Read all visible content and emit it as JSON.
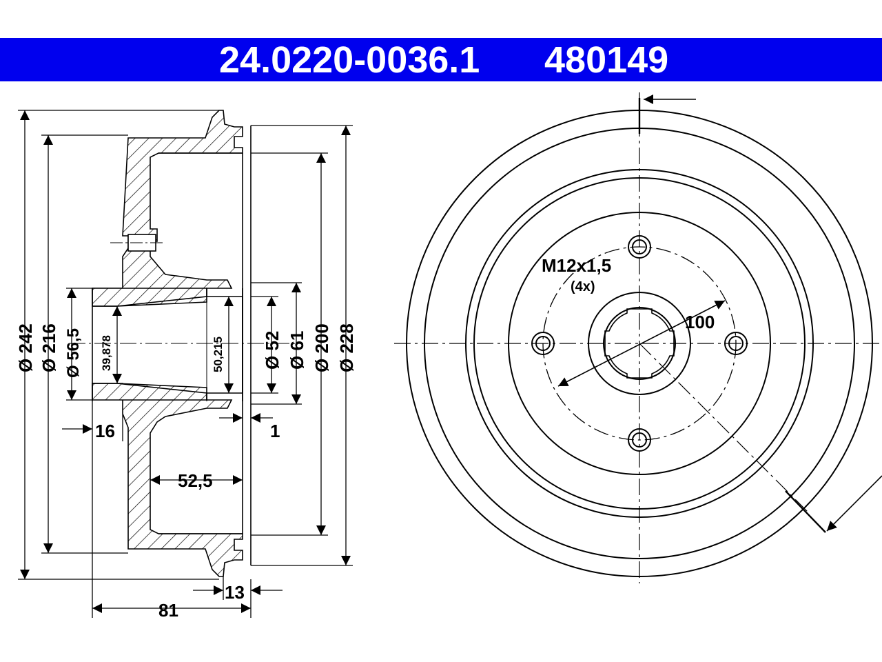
{
  "header": {
    "part_number": "24.0220-0036.1",
    "ref_number": "480149",
    "background_color": "#0000ee",
    "text_color": "#ffffff"
  },
  "section_view": {
    "dim_outer_diameter": "Ø 242",
    "dim_216": "Ø 216",
    "dim_hub_56_5": "Ø 56,5",
    "dim_bore_39_878": "39,878",
    "dim_bore_50_215": "50,215",
    "dim_52": "Ø 52",
    "dim_61": "Ø 61",
    "dim_200": "Ø 200",
    "dim_228": "Ø 228",
    "dim_16": "16",
    "dim_1": "1",
    "dim_52_5": "52,5",
    "dim_81": "81",
    "dim_13": "13"
  },
  "front_view": {
    "thread_label": "M12x1,5",
    "thread_count": "(4x)",
    "pcd_label": "100"
  }
}
